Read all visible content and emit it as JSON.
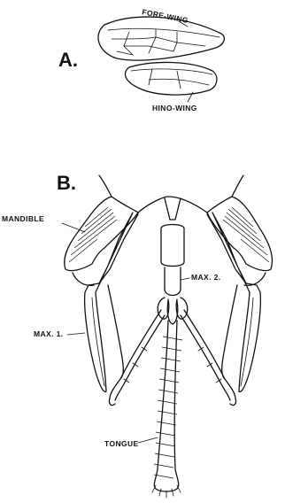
{
  "panels": {
    "a": {
      "letter": "A.",
      "labels": {
        "fore_wing": "FORE-WING",
        "hind_wing": "HINO-WING"
      }
    },
    "b": {
      "letter": "B.",
      "labels": {
        "mandible": "MANDIBLE",
        "max2": "MAX. 2.",
        "max1": "MAX. 1.",
        "tongue": "TONGUE"
      }
    }
  }
}
